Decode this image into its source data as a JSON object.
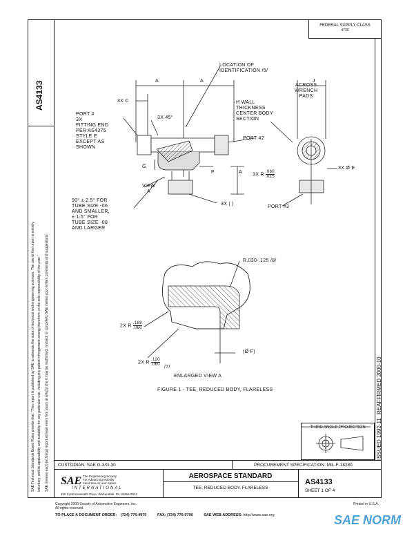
{
  "doc_number": "AS4133",
  "federal_supply_class": {
    "label": "FEDERAL SUPPLY CLASS",
    "value": "4730"
  },
  "sae_disclaimer": [
    "SAE Technical Standards Board Rules provide that: \"This report is published by SAE to advance the state of technical and engineering sciences. The use of this report is entirely",
    "voluntary, and its applicability and suitability for any particular use, including any patent infringement arising therefrom, is the sole responsibility of the user.\"",
    "SAE reviews each technical report at least every five years at which time it may be reaffirmed, revised, or cancelled. SAE invites your written comments and suggestions."
  ],
  "drawing_labels": {
    "location_id": [
      "LOCATION OF",
      "IDENTIFICATION /5/"
    ],
    "dim_a": "A",
    "dim_j": "J",
    "across_wrench": [
      "ACROSS",
      "WRENCH",
      "PADS"
    ],
    "c3x": "3X C",
    "port1": [
      "PORT #",
      "3X",
      "FITTING END",
      "PER AS4375",
      "STYLE E",
      "EXCEPT AS",
      "SHOWN"
    ],
    "wall_thickness": [
      "H WALL",
      "THICKNESS",
      "CENTER BODY",
      "SECTION"
    ],
    "angle45": "3X 45°",
    "port2": "PORT #2",
    "dim_g": "G",
    "dim_p": "P",
    "radius_dims": [
      "3X R",
      ".060",
      ".015"
    ],
    "e_dia": "3X Ø E",
    "view_a": [
      "VIEW",
      "A"
    ],
    "tube_note": [
      "90° ± 2.5° FOR",
      "TUBE SIZE -06",
      "AND SMALLER,",
      "± 1.5° FOR",
      "TUBE SIZE -08",
      "AND LARGER"
    ],
    "three_x_paren": "3X ( )",
    "port3": "PORT #3",
    "r_030": "R.030-.125 /8/",
    "r188": [
      "2X R",
      ".188",
      ".060"
    ],
    "r120": [
      "2X R",
      ".120",
      ".060"
    ],
    "note7": "/7/",
    "phi_f": "(Ø F)",
    "enlarged_view": "ENLARGED VIEW A",
    "figure_caption": "FIGURE 1 - TEE, REDUCED BODY, FLARELESS"
  },
  "issued": "ISSUED 1992-11",
  "reaffirmed": "REAFFIRMED 2000-10",
  "projection": "THIRD ANGLE PROJECTION",
  "custodian": "CUSTODIAN: SAE G-3/G-30",
  "procurement": "PROCUREMENT SPECIFICATION: MIL-F-18280",
  "title_block": {
    "logo": "SAE",
    "logo_tag": [
      "The Engineering Society",
      "For Advancing Mobility",
      "Land Sea Air and Space"
    ],
    "international": "INTERNATIONAL",
    "address": "400 Commonwealth Drive, Warrendale, PA 15096-0001",
    "heading": "AEROSPACE STANDARD",
    "subtitle": "TEE, REDUCED BODY, FLARELESS",
    "number": "AS4133",
    "sheet": "SHEET 1 OF 4"
  },
  "copyright": [
    "Copyright 2000 Society of Automotive Engineers, Inc.",
    "All rights reserved."
  ],
  "printed": "Printed in U.S.A.",
  "order_line": {
    "order": "TO PLACE A DOCUMENT ORDER:",
    "phone": "(724) 776-4970",
    "fax_label": "FAX:",
    "fax": "(724) 776-0790",
    "web_label": "SAE WEB ADDRESS:",
    "web": "http://www.sae.org"
  },
  "watermark": "SAE NORM"
}
